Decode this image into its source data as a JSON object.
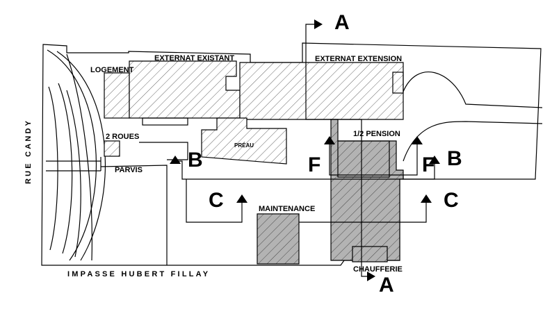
{
  "streets": {
    "left": "RUE CANDY",
    "bottom": "IMPASSE HUBERT FILLAY"
  },
  "buildings": {
    "logement": "LOGEMENT",
    "externat_existant": "EXTERNAT EXISTANT",
    "externat_extension": "EXTERNAT EXTENSION",
    "deux_roues": "2 ROUES",
    "preau": "PRÉAU",
    "demi_pension": "1/2 PENSION",
    "parvis": "PARVIS",
    "maintenance": "MAINTENANCE",
    "chaufferie": "CHAUFFERIE"
  },
  "sections": {
    "a": "A",
    "b": "B",
    "c": "C",
    "f": "F"
  },
  "colors": {
    "hatch_fill": "#ffffff",
    "grey_fill": "#b3b3b3",
    "line": "#000000"
  }
}
